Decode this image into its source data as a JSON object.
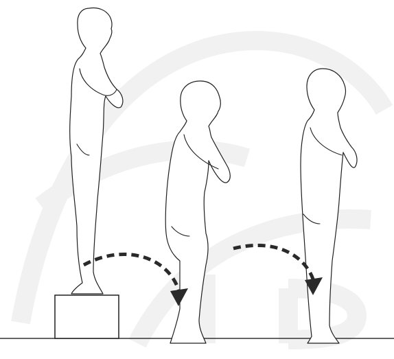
{
  "diagram": {
    "steps": [
      "standing-on-box",
      "landing-squat",
      "standing-upright"
    ],
    "colors": {
      "background": "#ffffff",
      "outline": "#1e1e1e",
      "arrow": "#2a2a2a",
      "watermark": "#f2f2f2",
      "floor": "#333333"
    },
    "watermark": "logo"
  }
}
